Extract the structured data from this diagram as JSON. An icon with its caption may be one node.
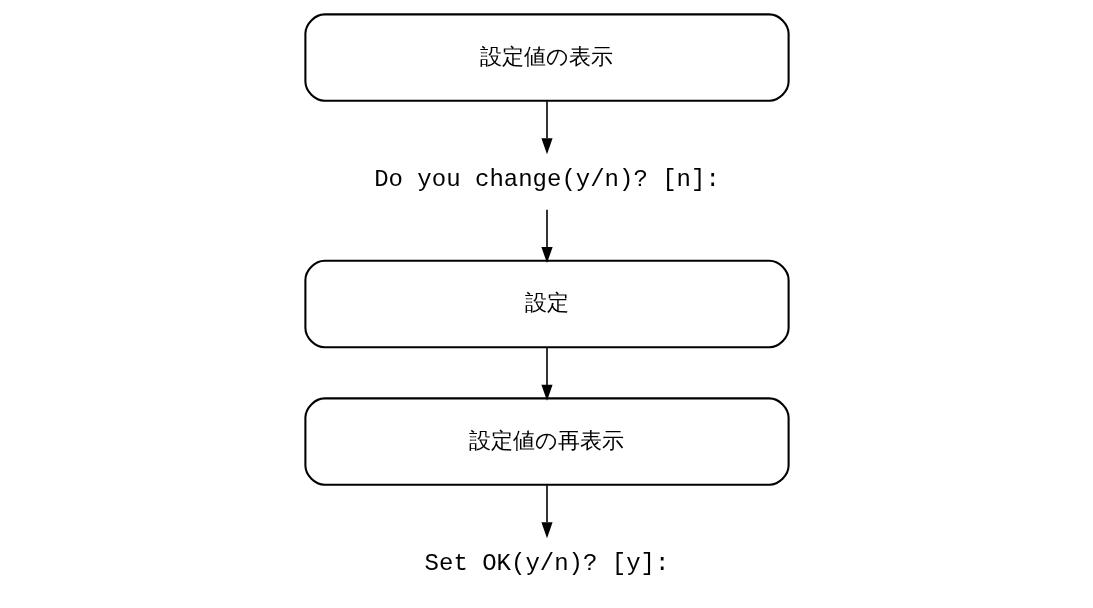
{
  "diagram": {
    "nodes": [
      {
        "text": [
          "設定値の表示"
        ]
      },
      {
        "text": [
          "Do you change(y/n)? [n]:"
        ]
      },
      {
        "text": [
          "設定"
        ]
      },
      {
        "text": [
          "設定値の再表示"
        ]
      },
      {
        "text": [
          "Set OK(y/n)? [y]:"
        ]
      }
    ],
    "edges": [
      {
        "from": 0,
        "to": 1,
        "arrow": "to"
      },
      {
        "from": 1,
        "to": 2,
        "arrow": "to"
      },
      {
        "from": 2,
        "to": 3,
        "arrow": "to"
      },
      {
        "from": 3,
        "to": 4,
        "arrow": "to"
      }
    ]
  }
}
